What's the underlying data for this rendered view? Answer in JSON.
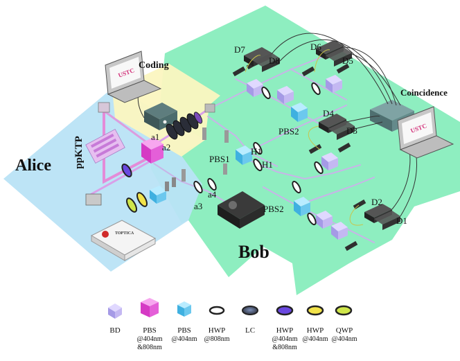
{
  "regions": {
    "alice": "Alice",
    "bob": "Bob",
    "coding": "Coding",
    "coincidence": "Coincidence"
  },
  "crystal_label": "ppKTP",
  "laser_label": "TOPTICA",
  "laptop_label": "USTC",
  "elements": {
    "a1": "a1",
    "a2": "a2",
    "a3": "a3",
    "a4": "a4",
    "pbs1": "PBS1",
    "pbs2_top": "PBS2",
    "pbs2_bottom": "PBS2",
    "h1_top": "H1",
    "h1_bottom": "H1"
  },
  "detectors": {
    "d1": "D1",
    "d2": "D2",
    "d3": "D3",
    "d4": "D4",
    "d5": "D5",
    "d6": "D6",
    "d7": "D7",
    "d8": "D8"
  },
  "legend": [
    {
      "name": "BD",
      "lines": [
        "BD"
      ],
      "icon": "bd-cube"
    },
    {
      "name": "PBS 404nm 808nm",
      "lines": [
        "PBS",
        "@404nm",
        "&808nm"
      ],
      "icon": "pbs-magenta-cube"
    },
    {
      "name": "PBS 404nm",
      "lines": [
        "PBS",
        "@404nm"
      ],
      "icon": "pbs-cyan-cube"
    },
    {
      "name": "HWP 808nm",
      "lines": [
        "HWP",
        "@808nm"
      ],
      "icon": "hwp-white-disc"
    },
    {
      "name": "LC",
      "lines": [
        "LC"
      ],
      "icon": "lc-dark-disc"
    },
    {
      "name": "HWP 404nm 808nm",
      "lines": [
        "HWP",
        "@404nm",
        "&808nm"
      ],
      "icon": "hwp-purple-disc"
    },
    {
      "name": "HWP 404nm",
      "lines": [
        "HWP",
        "@404nm"
      ],
      "icon": "hwp-yellow-disc"
    },
    {
      "name": "QWP 404nm",
      "lines": [
        "QWP",
        "@404nm"
      ],
      "icon": "qwp-green-disc"
    }
  ],
  "colors": {
    "alice_region": "#b9e3f6",
    "bob_region": "#8eeec0",
    "coding_region": "#fbf6c0",
    "beam_pump": "#e48bd8",
    "beam_signal": "#c8b4e8",
    "pbs_magenta": "#e84fd8",
    "pbs_cyan": "#6cc8ee",
    "fiber": "#333333"
  }
}
